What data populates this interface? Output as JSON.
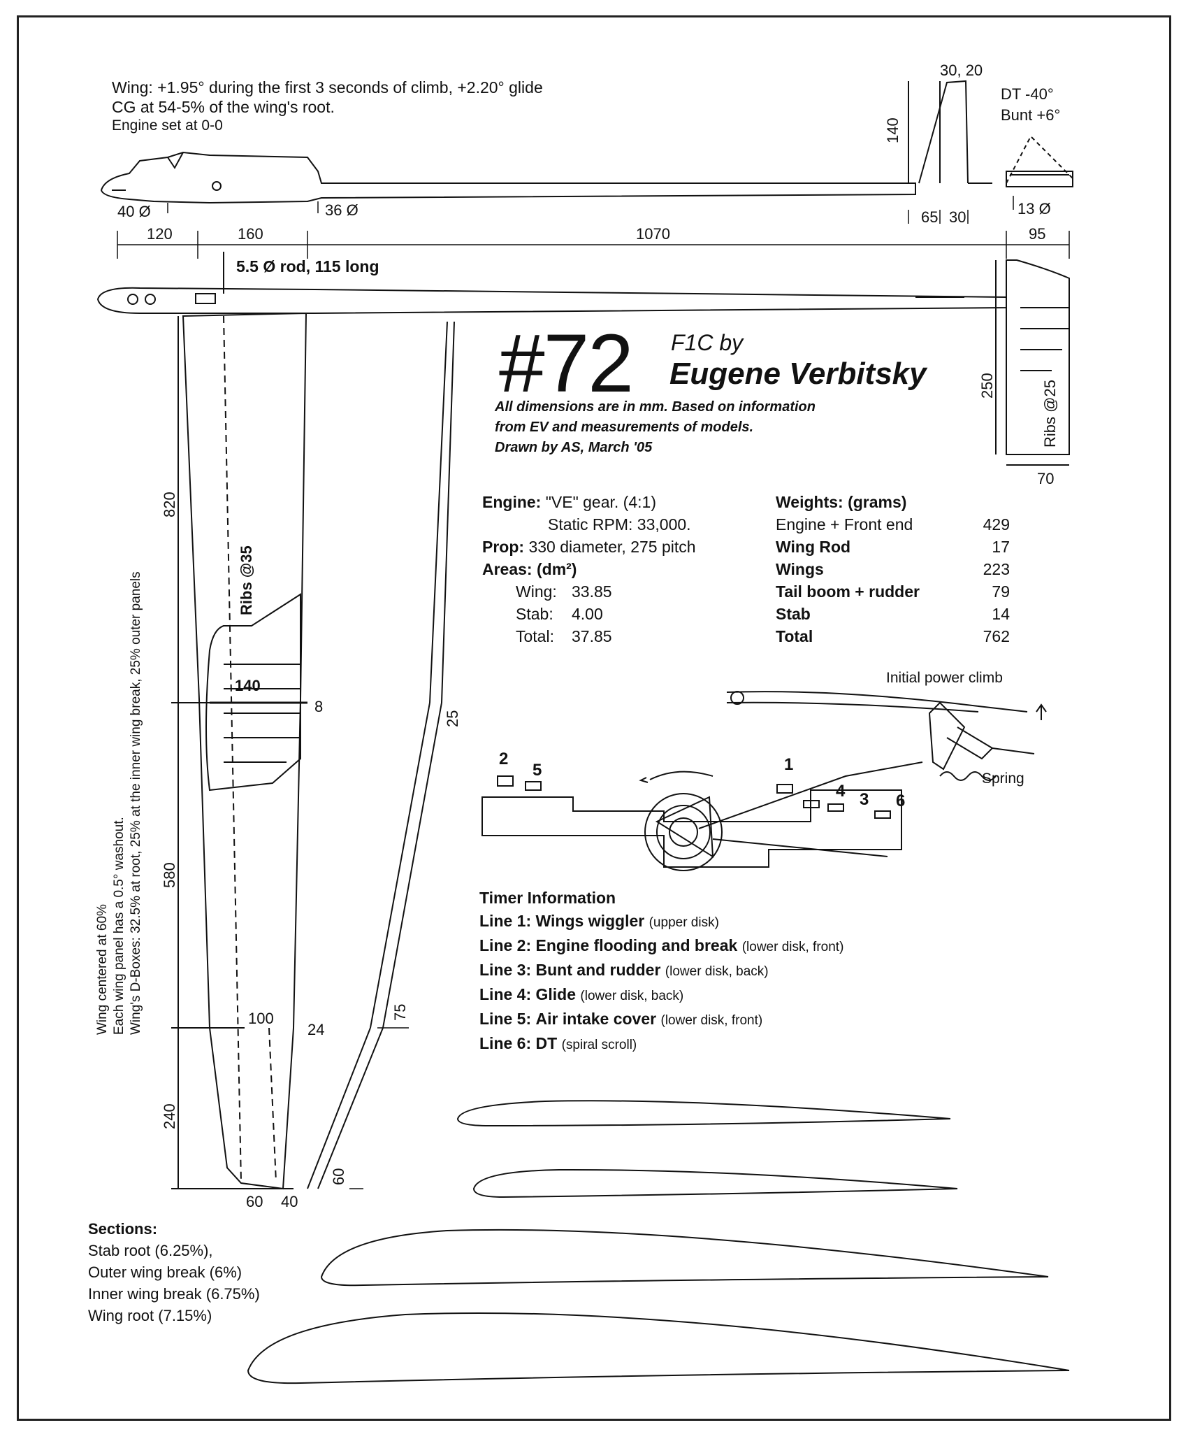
{
  "header_notes": {
    "line1": "Wing: +1.95° during the first 3 seconds of climb, +2.20° glide",
    "line2": "CG at 54-5% of the wing's root.",
    "line3": "Engine set at 0-0"
  },
  "title": {
    "number": "#72",
    "class": "F1C by",
    "author": "Eugene Verbitsky",
    "credit1": "All dimensions are in mm. Based on information",
    "credit2": "from EV and measurements of models.",
    "credit3": "Drawn by AS, March '05"
  },
  "dimensions": {
    "d30_20": "30, 20",
    "dt": "DT -40°",
    "bunt": "Bunt +6°",
    "d140_fin": "140",
    "d40_dia": "40 Ø",
    "d36_dia": "36 Ø",
    "d65": "65",
    "d30": "30",
    "d13_dia": "13 Ø",
    "d120": "120",
    "d160": "160",
    "d1070": "1070",
    "d95": "95",
    "rod": "5.5 Ø rod, 115 long",
    "d250": "250",
    "d70": "70",
    "ribs_stab": "Ribs @25",
    "ribs_wing": "Ribs @35",
    "d820": "820",
    "d140_wing": "140",
    "d8": "8",
    "d580": "580",
    "d100": "100",
    "d24": "24",
    "d240": "240",
    "d60a": "60",
    "d40": "40",
    "d25": "25",
    "d75": "75",
    "d60b": "60"
  },
  "wing_notes": {
    "line1": "Wing centered at 60%",
    "line2": "Each wing panel has a 0.5° washout.",
    "line3": "Wing's D-Boxes: 32.5% at root, 25% at the inner wing break, 25% outer panels"
  },
  "engine": {
    "engine_label": "Engine:",
    "engine_value": "\"VE\" gear. (4:1)",
    "rpm": "Static RPM: 33,000.",
    "prop_label": "Prop:",
    "prop_value": "330 diameter, 275 pitch",
    "areas_label": "Areas: (dm²)",
    "areas": [
      {
        "label": "Wing:",
        "value": "33.85"
      },
      {
        "label": "Stab:",
        "value": "4.00"
      },
      {
        "label": "Total:",
        "value": "37.85"
      }
    ]
  },
  "weights": {
    "header": "Weights: (grams)",
    "items": [
      {
        "label": "Engine + Front end",
        "value": "429"
      },
      {
        "label": "Wing Rod",
        "value": "17"
      },
      {
        "label": "Wings",
        "value": "223"
      },
      {
        "label": "Tail boom + rudder",
        "value": "79"
      },
      {
        "label": "Stab",
        "value": "14"
      },
      {
        "label": "Total",
        "value": "762"
      }
    ]
  },
  "timer_diagram": {
    "initial_climb": "Initial power climb",
    "spring": "Spring",
    "n1": "1",
    "n2": "2",
    "n3": "3",
    "n4": "4",
    "n5": "5",
    "n6": "6"
  },
  "timer": {
    "header": "Timer Information",
    "lines": [
      {
        "label": "Line 1:",
        "value": "Wings wiggler",
        "note": "(upper disk)"
      },
      {
        "label": "Line 2:",
        "value": "Engine flooding and break",
        "note": "(lower disk, front)"
      },
      {
        "label": "Line 3:",
        "value": "Bunt and rudder",
        "note": "(lower disk, back)"
      },
      {
        "label": "Line 4:",
        "value": "Glide",
        "note": "(lower disk, back)"
      },
      {
        "label": "Line 5:",
        "value": "Air intake cover",
        "note": "(lower disk, front)"
      },
      {
        "label": "Line 6:",
        "value": "DT",
        "note": "(spiral scroll)"
      }
    ]
  },
  "sections": {
    "header": "Sections:",
    "items": [
      "Stab root (6.25%),",
      "Outer wing break (6%)",
      "Inner wing break (6.75%)",
      "Wing root (7.15%)"
    ]
  }
}
